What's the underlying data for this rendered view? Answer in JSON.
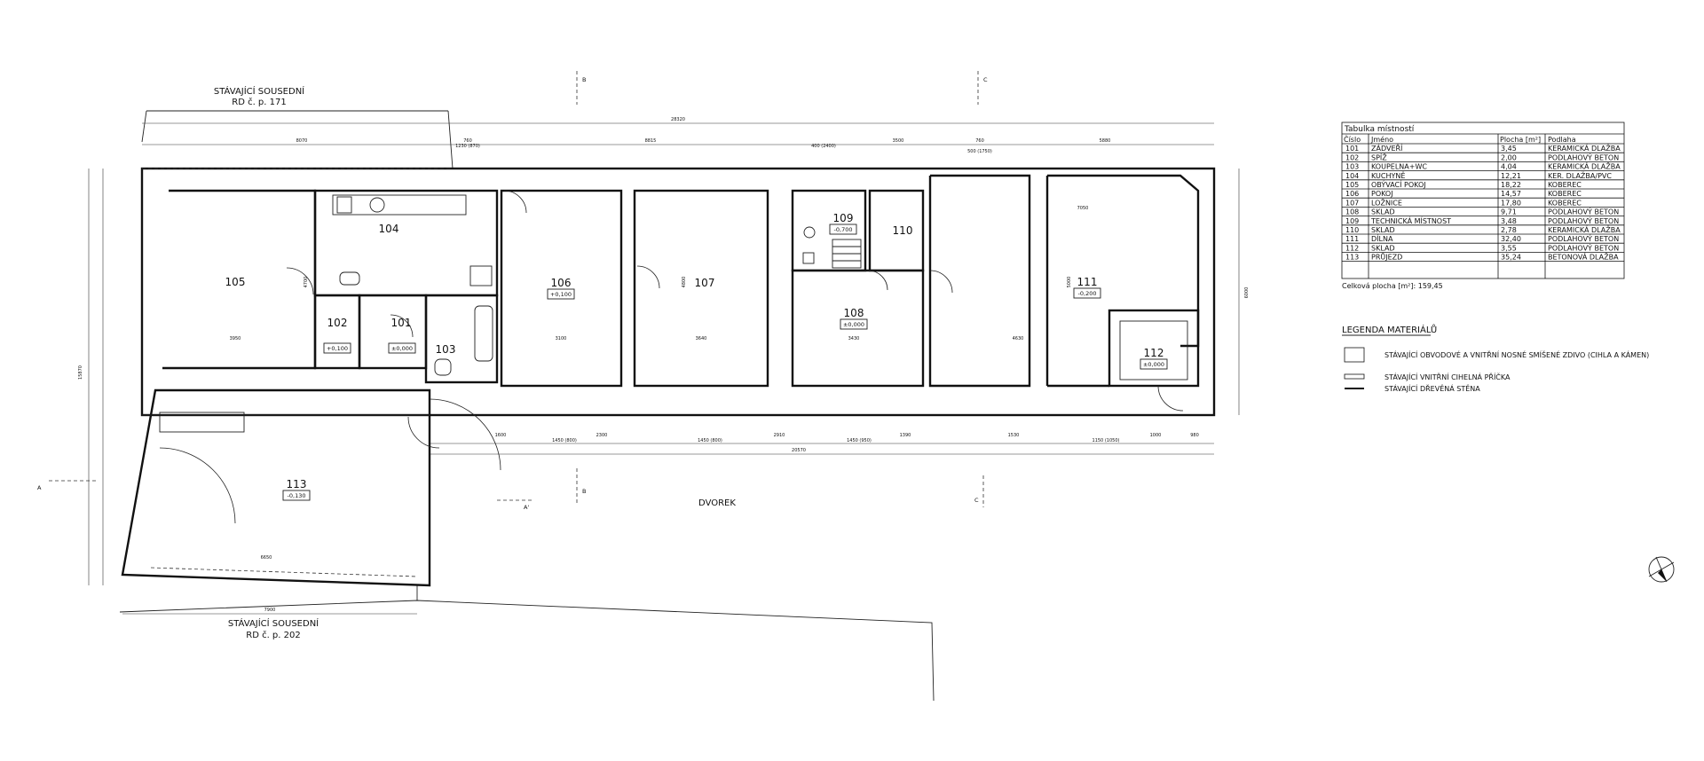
{
  "neighbors": {
    "top": {
      "line1": "STÁVAJÍCÍ SOUSEDNÍ",
      "line2": "RD č. p. 171"
    },
    "bottom": {
      "line1": "STÁVAJÍCÍ SOUSEDNÍ",
      "line2": "RD č. p. 202"
    }
  },
  "courtyard_label": "DVOREK",
  "sections": {
    "B": "B",
    "C": "C",
    "A": "A",
    "A_prime": "A'"
  },
  "rooms": [
    {
      "id": "105",
      "number": "105",
      "level": ""
    },
    {
      "id": "104",
      "number": "104",
      "level": ""
    },
    {
      "id": "102",
      "number": "102",
      "level": "+0,100"
    },
    {
      "id": "101",
      "number": "101",
      "level": "±0,000"
    },
    {
      "id": "103",
      "number": "103",
      "level": ""
    },
    {
      "id": "106",
      "number": "106",
      "level": "+0,100"
    },
    {
      "id": "107",
      "number": "107",
      "level": ""
    },
    {
      "id": "109",
      "number": "109",
      "level": "-0,700"
    },
    {
      "id": "110",
      "number": "110",
      "level": ""
    },
    {
      "id": "108",
      "number": "108",
      "level": "±0,000"
    },
    {
      "id": "111",
      "number": "111",
      "level": "-0,200"
    },
    {
      "id": "112",
      "number": "112",
      "level": "±0,000"
    },
    {
      "id": "113",
      "number": "113",
      "level": "-0,130"
    }
  ],
  "dimensions": {
    "overall_top": "28320",
    "top_segments": [
      "8070",
      "760",
      "8815",
      "760",
      "3500",
      "5880"
    ],
    "top_sub": [
      "1230 (870)",
      "400 (2400)",
      "500 (1750)"
    ],
    "overall_bottom": "20570",
    "bottom_segments": [
      "1600",
      "2300",
      "2910",
      "1390",
      "1530",
      "1000",
      "980"
    ],
    "bottom_openings": [
      "1450 (800)",
      "1450 (800)",
      "1450 (950)",
      "1150 (1050)"
    ],
    "left_overall": "15870",
    "right_overall": "6000",
    "wing_bottom": "7900",
    "wing_inner": "6650",
    "room_widths": [
      "3950",
      "3100",
      "3640",
      "3430",
      "4630",
      "7050"
    ],
    "room_heights": [
      "4700",
      "4800",
      "5000"
    ]
  },
  "room_table": {
    "title": "Tabulka místností",
    "headers": {
      "number": "Číslo",
      "name": "Jméno",
      "area": "Plocha [m²]",
      "floor": "Podlaha"
    },
    "rows": [
      {
        "number": "101",
        "name": "ZÁDVEŘÍ",
        "area": "3,45",
        "floor": "KERAMICKÁ DLAŽBA"
      },
      {
        "number": "102",
        "name": "SPÍŽ",
        "area": "2,00",
        "floor": "PODLAHOVÝ BETON"
      },
      {
        "number": "103",
        "name": "KOUPELNA+WC",
        "area": "4,04",
        "floor": "KERAMICKÁ DLAŽBA"
      },
      {
        "number": "104",
        "name": "KUCHYNĚ",
        "area": "12,21",
        "floor": "KER. DLAŽBA/PVC"
      },
      {
        "number": "105",
        "name": "OBÝVACÍ POKOJ",
        "area": "18,22",
        "floor": "KOBEREC"
      },
      {
        "number": "106",
        "name": "POKOJ",
        "area": "14,57",
        "floor": "KOBEREC"
      },
      {
        "number": "107",
        "name": "LOŽNICE",
        "area": "17,80",
        "floor": "KOBEREC"
      },
      {
        "number": "108",
        "name": "SKLAD",
        "area": "9,71",
        "floor": "PODLAHOVÝ BETON"
      },
      {
        "number": "109",
        "name": "TECHNICKÁ MÍSTNOST",
        "area": "3,48",
        "floor": "PODLAHOVÝ BETON"
      },
      {
        "number": "110",
        "name": "SKLAD",
        "area": "2,78",
        "floor": "KERAMICKÁ DLAŽBA"
      },
      {
        "number": "111",
        "name": "DÍLNA",
        "area": "32,40",
        "floor": "PODLAHOVÝ BETON"
      },
      {
        "number": "112",
        "name": "SKLAD",
        "area": "3,55",
        "floor": "PODLAHOVÝ BETON"
      },
      {
        "number": "113",
        "name": "PRŮJEZD",
        "area": "35,24",
        "floor": "BETONOVÁ DLAŽBA"
      }
    ],
    "total": "Celková plocha [m²]: 159,45"
  },
  "legend": {
    "title": "LEGENDA MATERIÁLŮ",
    "items": [
      {
        "label": "STÁVAJÍCÍ OBVODOVÉ A VNITŘNÍ NOSNÉ SMÍŠENÉ ZDIVO (CIHLA A KÁMEN)"
      },
      {
        "label": "STÁVAJÍCÍ VNITŘNÍ CIHELNÁ PŘÍČKA"
      },
      {
        "label": "STÁVAJÍCÍ DŘEVĚNÁ STĚNA"
      }
    ]
  },
  "icons": {
    "north_arrow": "north-arrow-icon"
  }
}
